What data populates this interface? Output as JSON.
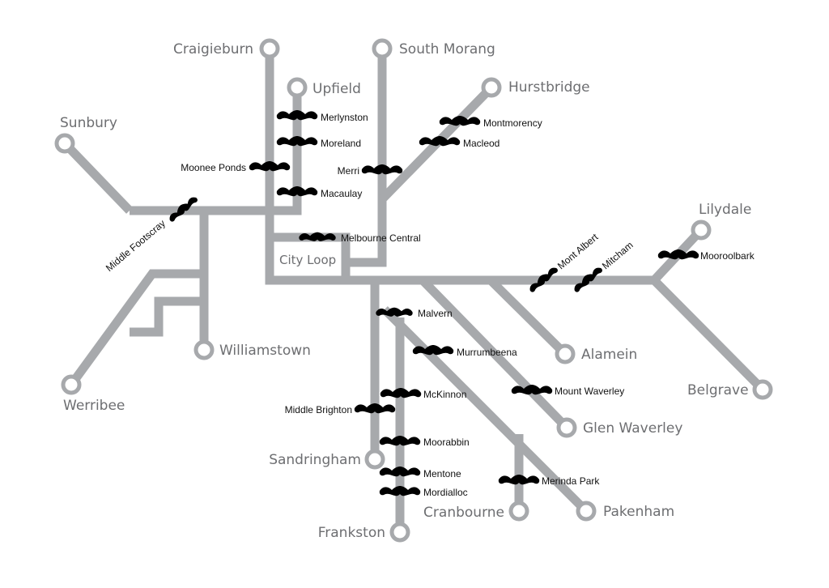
{
  "city_loop_label": "City Loop",
  "colors": {
    "track": "#a7a9ac",
    "terminus_fill": "#ffffff",
    "terminus_label": "#6d6e71",
    "station_label": "#111111",
    "moustache": "#000000"
  },
  "icons": {
    "station_marker": "moustache-icon",
    "terminus_marker": "ring-icon"
  },
  "termini": [
    {
      "id": "craigieburn",
      "name": "Craigieburn"
    },
    {
      "id": "upfield",
      "name": "Upfield"
    },
    {
      "id": "south-morang",
      "name": "South Morang"
    },
    {
      "id": "hurstbridge",
      "name": "Hurstbridge"
    },
    {
      "id": "sunbury",
      "name": "Sunbury"
    },
    {
      "id": "lilydale",
      "name": "Lilydale"
    },
    {
      "id": "williamstown",
      "name": "Williamstown"
    },
    {
      "id": "werribee",
      "name": "Werribee"
    },
    {
      "id": "alamein",
      "name": "Alamein"
    },
    {
      "id": "belgrave",
      "name": "Belgrave"
    },
    {
      "id": "glen-waverley",
      "name": "Glen Waverley"
    },
    {
      "id": "sandringham",
      "name": "Sandringham"
    },
    {
      "id": "cranbourne",
      "name": "Cranbourne"
    },
    {
      "id": "pakenham",
      "name": "Pakenham"
    },
    {
      "id": "frankston",
      "name": "Frankston"
    }
  ],
  "stations": [
    {
      "id": "merlynston",
      "name": "Merlynston"
    },
    {
      "id": "moreland",
      "name": "Moreland"
    },
    {
      "id": "moonee-ponds",
      "name": "Moonee Ponds"
    },
    {
      "id": "macaulay",
      "name": "Macaulay"
    },
    {
      "id": "montmorency",
      "name": "Montmorency"
    },
    {
      "id": "macleod",
      "name": "Macleod"
    },
    {
      "id": "merri",
      "name": "Merri"
    },
    {
      "id": "middle-footscray",
      "name": "Middle Footscray"
    },
    {
      "id": "melbourne-central",
      "name": "Melbourne Central"
    },
    {
      "id": "mont-albert",
      "name": "Mont Albert"
    },
    {
      "id": "mitcham",
      "name": "Mitcham"
    },
    {
      "id": "mooroolbark",
      "name": "Mooroolbark"
    },
    {
      "id": "malvern",
      "name": "Malvern"
    },
    {
      "id": "murrumbeena",
      "name": "Murrumbeena"
    },
    {
      "id": "mount-waverley",
      "name": "Mount Waverley"
    },
    {
      "id": "mckinnon",
      "name": "McKinnon"
    },
    {
      "id": "middle-brighton",
      "name": "Middle Brighton"
    },
    {
      "id": "moorabbin",
      "name": "Moorabbin"
    },
    {
      "id": "merinda-park",
      "name": "Merinda Park"
    },
    {
      "id": "mentone",
      "name": "Mentone"
    },
    {
      "id": "mordialloc",
      "name": "Mordialloc"
    }
  ]
}
